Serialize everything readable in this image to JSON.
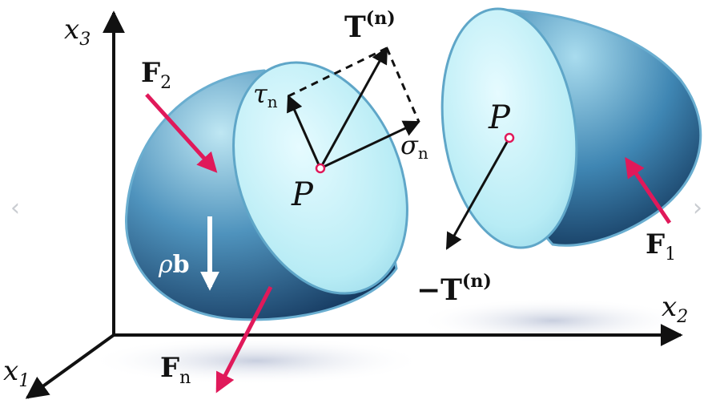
{
  "labels": {
    "x3": "x",
    "x3_sub": "3",
    "x2": "x",
    "x2_sub": "2",
    "x1": "x",
    "x1_sub": "1",
    "F2": "F",
    "F2_sub": "2",
    "F1": "F",
    "F1_sub": "1",
    "Fn": "F",
    "Fn_sub": "n",
    "T": "T",
    "T_sup": "(n)",
    "negT": "−T",
    "negT_sup": "(n)",
    "tau": "τ",
    "tau_sub": "n",
    "sigma": "σ",
    "sigma_sub": "n",
    "P_left": "P",
    "P_right": "P",
    "rho": "ρ",
    "b": "b"
  },
  "carousel": {
    "prev_glyph": "‹",
    "next_glyph": "›"
  },
  "colors": {
    "force_arrow": "#e0195a",
    "point_marker": "#e0195a",
    "axis": "#111111",
    "body_light": "#cdf1f8",
    "body_dark": "#0d2c52",
    "body_edge": "#6aaed0"
  }
}
